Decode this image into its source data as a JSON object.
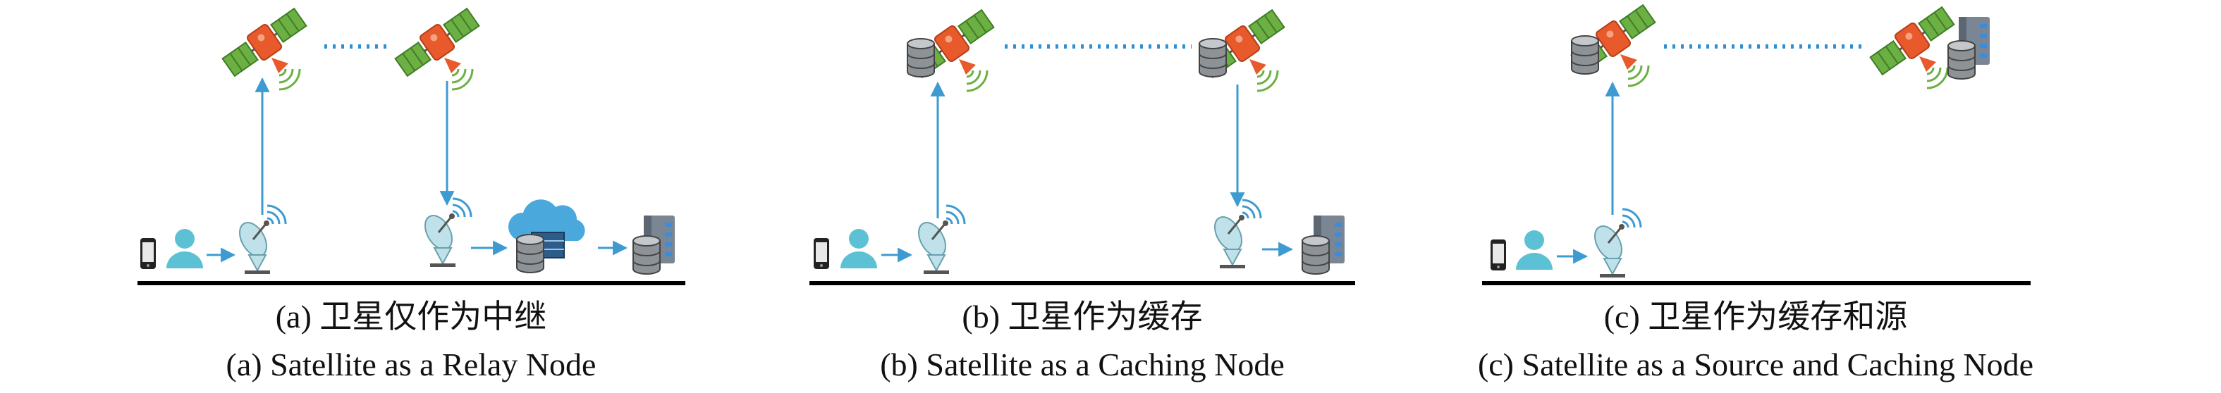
{
  "panels": [
    {
      "caption_cn": "(a) 卫星仅作为中继",
      "caption_en": "(a) Satellite as a Relay Node"
    },
    {
      "caption_cn": "(b) 卫星作为缓存",
      "caption_en": "(b) Satellite as a Caching Node"
    },
    {
      "caption_cn": "(c) 卫星作为缓存和源",
      "caption_en": "(c) Satellite as a Source and Caching Node"
    }
  ],
  "colors": {
    "arrow": "#3d9bd1",
    "link_dots": "#2f8fcf",
    "satellite_body": "#e8592b",
    "satellite_panel": "#6cb043",
    "user": "#5cc1d4",
    "database": "#8d9297",
    "server": "#7b8694",
    "cloud": "#4aa8dc",
    "ground_line": "#000000"
  },
  "icons": [
    "phone-icon",
    "user-icon",
    "ground-station-icon",
    "satellite-icon",
    "database-icon",
    "server-icon",
    "cloud-icon"
  ]
}
